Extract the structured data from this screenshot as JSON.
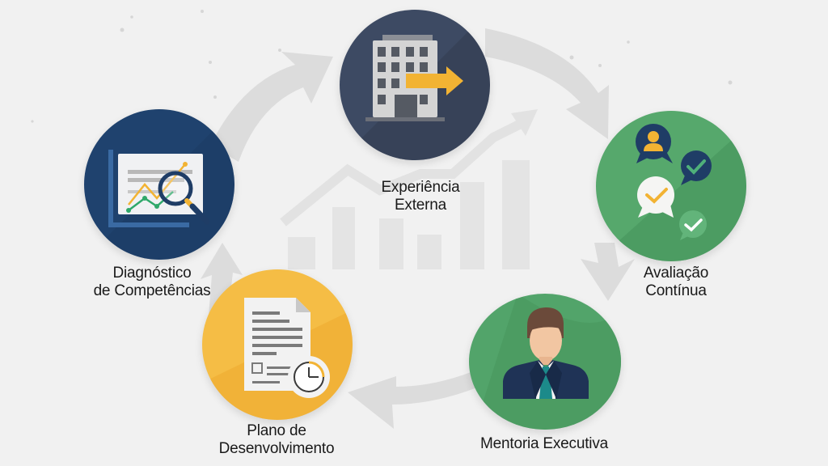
{
  "diagram": {
    "type": "cycle",
    "direction": "clockwise",
    "colors": {
      "background": "#f1f1f1",
      "arrow": "#dcdcdc",
      "bar_chart_bg": "#e6e6e6",
      "navy": "#1f426e",
      "slate": "#3a4660",
      "green": "#4f9e66",
      "yellow": "#f2b333",
      "text": "#1a1a1a"
    },
    "steps": [
      {
        "id": "diagnostico",
        "order": 1,
        "line1": "Diagnóstico",
        "line2": "de Competências",
        "icon": "magnifier-over-chart-icon",
        "color": "#1f426e"
      },
      {
        "id": "experiencia",
        "order": 2,
        "line1": "Experiência",
        "line2": "Externa",
        "icon": "building-with-arrow-icon",
        "color": "#3a4660"
      },
      {
        "id": "avaliacao",
        "order": 3,
        "line1": "Avaliação",
        "line2": "Contínua",
        "icon": "feedback-chat-bubbles-icon",
        "color": "#4f9e66"
      },
      {
        "id": "mentoria",
        "order": 4,
        "line1": "Mentoria Executiva",
        "line2": "",
        "icon": "executive-person-icon",
        "color": "#4f9e66"
      },
      {
        "id": "plano",
        "order": 5,
        "line1": "Plano de",
        "line2": "Desenvolvimento",
        "icon": "document-with-clock-icon",
        "color": "#f2b333"
      }
    ]
  }
}
